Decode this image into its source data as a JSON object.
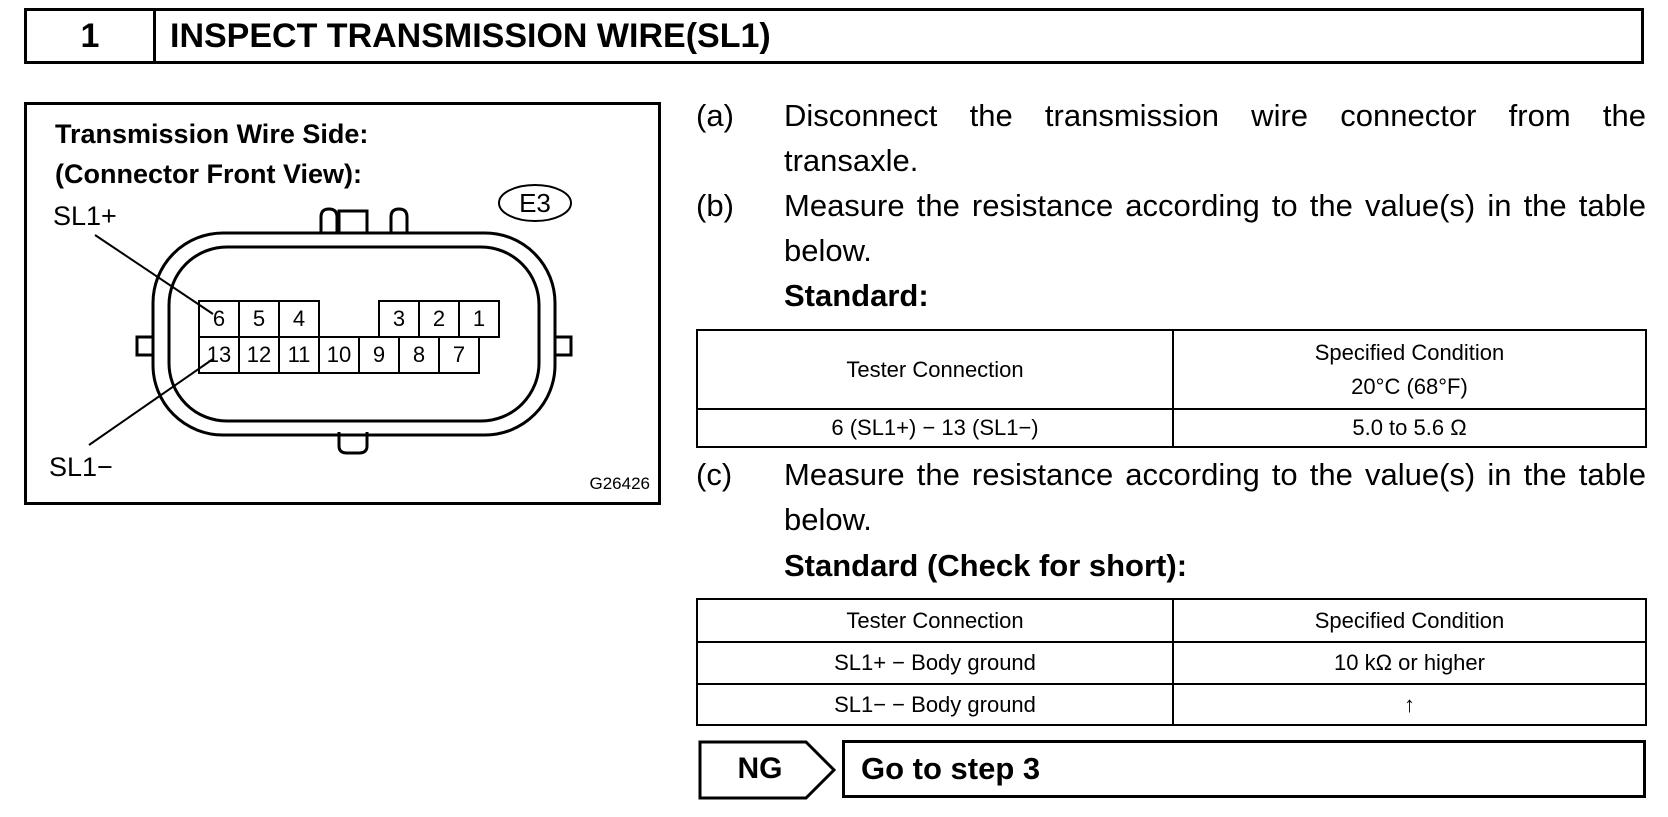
{
  "header": {
    "step_number": "1",
    "title": "INSPECT TRANSMISSION WIRE(SL1)"
  },
  "figure": {
    "heading_line1": "Transmission Wire Side:",
    "heading_line2": "(Connector Front View):",
    "connector_code": "E3",
    "label_plus": "SL1+",
    "label_minus": "SL1−",
    "figure_code": "G26426",
    "pins_top": [
      "6",
      "5",
      "4",
      "3",
      "2",
      "1"
    ],
    "pins_bottom": [
      "13",
      "12",
      "11",
      "10",
      "9",
      "8",
      "7"
    ]
  },
  "steps": {
    "a_letter": "(a)",
    "a_text": "Disconnect the transmission wire connector from the transaxle.",
    "b_letter": "(b)",
    "b_text": "Measure the resistance according to the value(s) in the table below.",
    "standard_label": "Standard:",
    "c_letter": "(c)",
    "c_text": "Measure the resistance according to the value(s) in the table below.",
    "standard_short_label": "Standard (Check for short):"
  },
  "table1": {
    "header_connection": "Tester Connection",
    "header_condition_line1": "Specified Condition",
    "header_condition_line2": "20°C (68°F)",
    "row1_connection": "6 (SL1+) − 13 (SL1−)",
    "row1_condition": "5.0 to 5.6 Ω"
  },
  "table2": {
    "header_connection": "Tester Connection",
    "header_condition": "Specified Condition",
    "row1_connection": "SL1+ − Body ground",
    "row1_condition": "10 kΩ or higher",
    "row2_connection": "SL1− − Body ground",
    "row2_condition": "↑"
  },
  "result": {
    "ng_label": "NG",
    "goto_text": "Go to step 3"
  }
}
